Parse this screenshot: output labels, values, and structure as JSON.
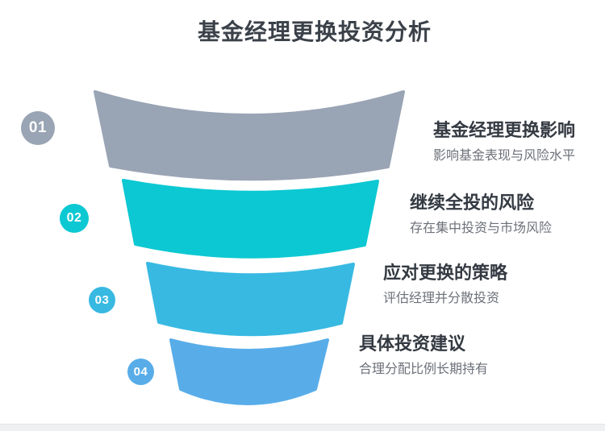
{
  "title": "基金经理更换投资分析",
  "funnel": {
    "type": "funnel",
    "stages": [
      {
        "number": "01",
        "label": "基金经理更换影响",
        "description": "影响基金表现与风险水平",
        "color": "#99a4b4"
      },
      {
        "number": "02",
        "label": "继续全投的风险",
        "description": "存在集中投资与市场风险",
        "color": "#0cc8d2"
      },
      {
        "number": "03",
        "label": "应对更换的策略",
        "description": "评估经理并分散投资",
        "color": "#38b9e2"
      },
      {
        "number": "04",
        "label": "具体投资建议",
        "description": "合理分配比例长期持有",
        "color": "#58ade9"
      }
    ]
  }
}
